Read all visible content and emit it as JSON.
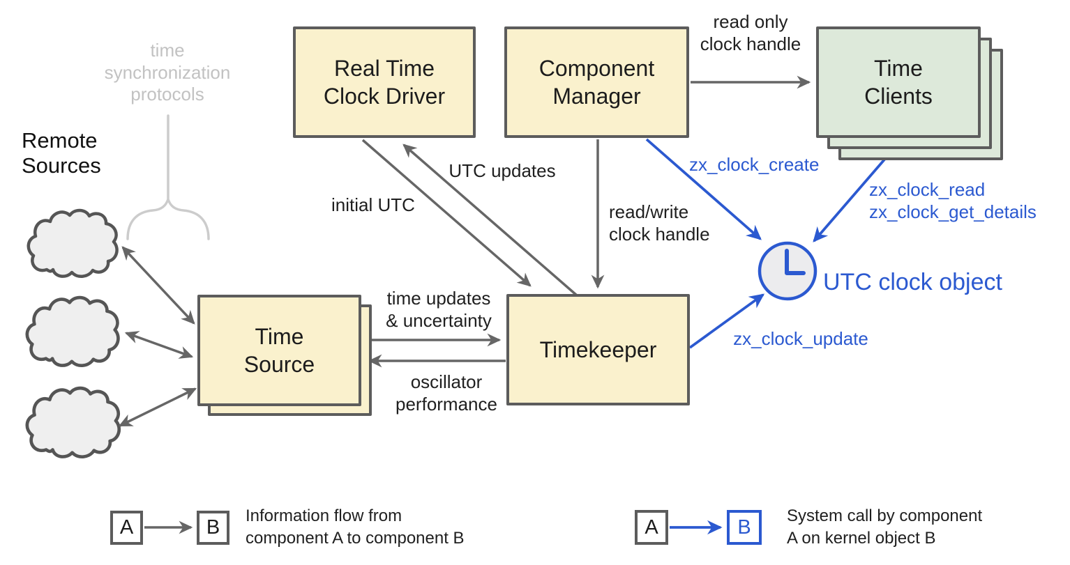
{
  "diagram": {
    "protocols_label": "time\nsynchronization\nprotocols",
    "remote_sources_label": "Remote\nSources",
    "boxes": {
      "rtc": "Real Time\nClock Driver",
      "component_manager": "Component\nManager",
      "time_clients": "Time\nClients",
      "time_source": "Time\nSource",
      "timekeeper": "Timekeeper"
    },
    "edge_labels": {
      "read_only": "read only\nclock handle",
      "read_write": "read/write\nclock handle",
      "utc_updates": "UTC updates",
      "initial_utc": "initial UTC",
      "time_updates": "time updates\n& uncertainty",
      "oscillator": "oscillator\nperformance"
    },
    "syscalls": {
      "create": "zx_clock_create",
      "read_details": "zx_clock_read\nzx_clock_get_details",
      "update": "zx_clock_update"
    },
    "clock_object_label": "UTC clock object"
  },
  "legend": {
    "flow": {
      "a": "A",
      "b": "B",
      "text": "Information flow from\ncomponent A to component B"
    },
    "syscall": {
      "a": "A",
      "b": "B",
      "text": "System call by component\nA on kernel object B"
    }
  },
  "colors": {
    "box_fill_yellow": "#faf1cd",
    "box_fill_green": "#dde9da",
    "box_border_gray": "#5c5c5c",
    "arrow_gray": "#666666",
    "syscall_blue": "#2b59d0",
    "muted_gray": "#c2c2c2",
    "cloud_fill": "#efefef",
    "clock_fill": "#ececee"
  }
}
